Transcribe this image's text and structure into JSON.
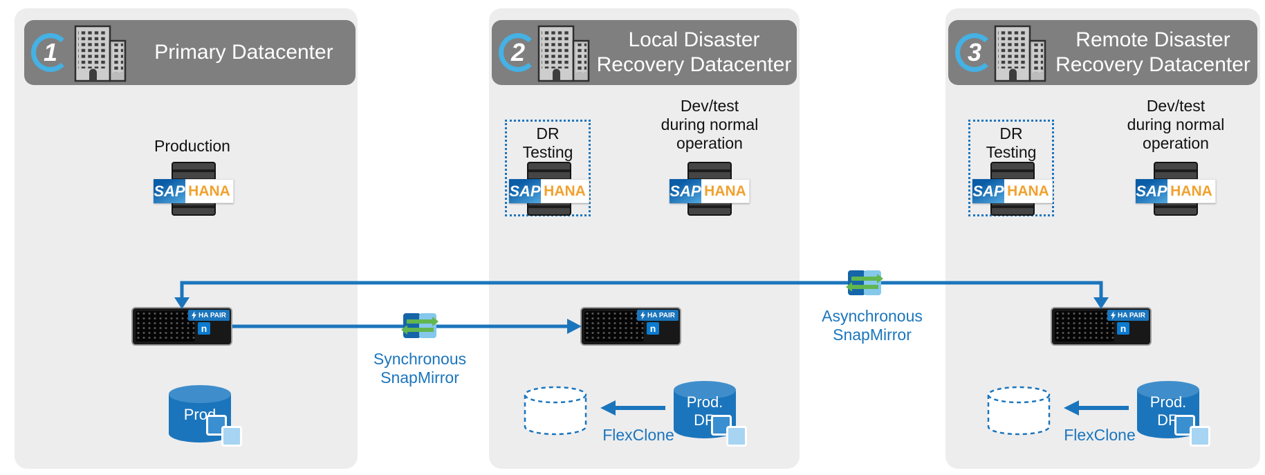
{
  "panels": [
    {
      "badge": "1",
      "title_lines": [
        "Primary Datacenter"
      ],
      "production_label": "Production",
      "cylinder_lines": [
        "Prod"
      ]
    },
    {
      "badge": "2",
      "title_lines": [
        "Local Disaster",
        "Recovery Datacenter"
      ],
      "dr_testing_lines": [
        "DR",
        "Testing"
      ],
      "devtest_lines": [
        "Dev/test",
        "during normal",
        "operation"
      ],
      "cylinder_lines": [
        "Prod.",
        "DR"
      ],
      "flexclone_label": "FlexClone"
    },
    {
      "badge": "3",
      "title_lines": [
        "Remote Disaster",
        "Recovery Datacenter"
      ],
      "dr_testing_lines": [
        "DR",
        "Testing"
      ],
      "devtest_lines": [
        "Dev/test",
        "during normal",
        "operation"
      ],
      "cylinder_lines": [
        "Prod.",
        "DR"
      ],
      "flexclone_label": "FlexClone"
    }
  ],
  "connections": {
    "sync_lines": [
      "Synchronous",
      "SnapMirror"
    ],
    "async_lines": [
      "Asynchronous",
      "SnapMirror"
    ]
  },
  "storage_unit": {
    "ha_pair_label": "HA PAIR",
    "vendor_letter": "n"
  },
  "sap_logo": {
    "sap": "SAP",
    "hana": "HANA"
  },
  "colors": {
    "accent_blue": "#1b75bc",
    "arc_blue": "#45b1e4",
    "arrow_green": "#62b64e",
    "hana_orange": "#f0a12f",
    "panel_bg": "#ededee",
    "header_bg": "#7f7f7f"
  }
}
